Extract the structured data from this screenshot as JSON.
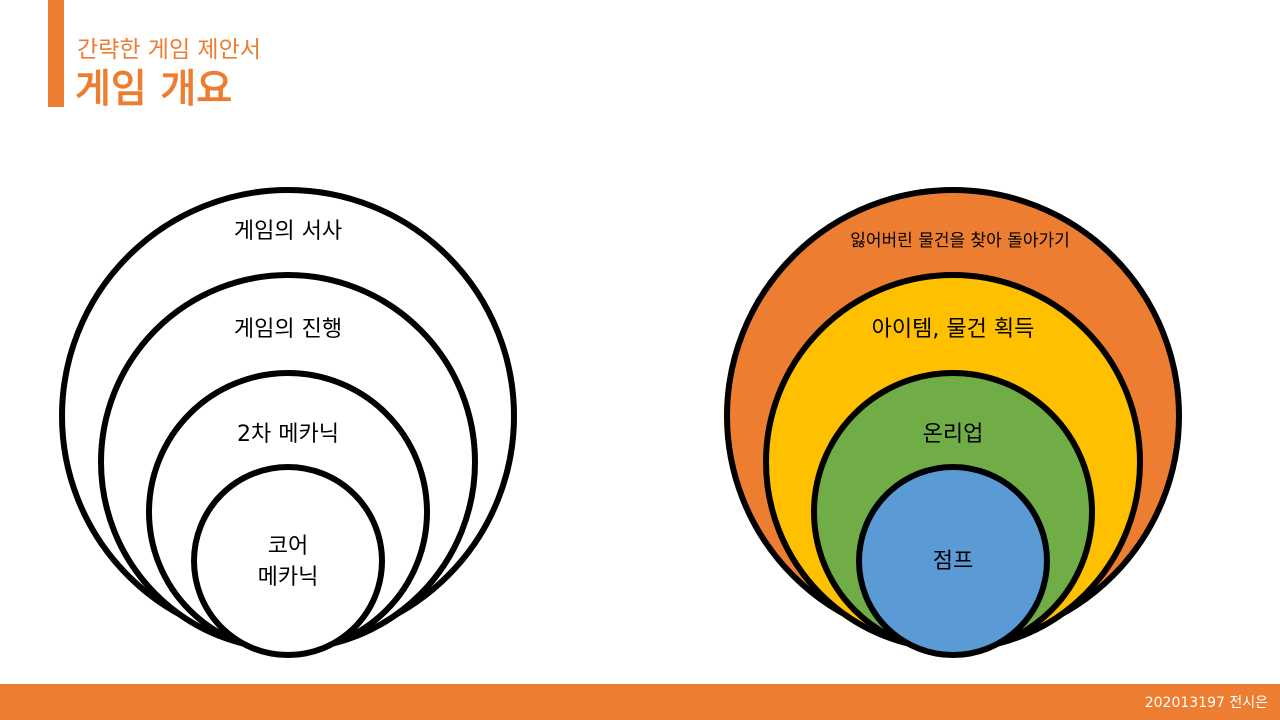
{
  "header": {
    "subtitle": "간략한 게임 제안서",
    "title": "게임 개요"
  },
  "left_diagram": {
    "layers": [
      {
        "label": "게임의 서사"
      },
      {
        "label": "게임의 진행"
      },
      {
        "label": "2차 메카닉"
      },
      {
        "label_lines": [
          "코어",
          "메카닉"
        ]
      }
    ]
  },
  "right_diagram": {
    "layers": [
      {
        "label": "잃어버린 물건을 찾아 돌아가기",
        "fill": "#ED7D31"
      },
      {
        "label": "아이템, 물건 획득",
        "fill": "#FFC000"
      },
      {
        "label": "온리업",
        "fill": "#70AD47"
      },
      {
        "label": "점프",
        "fill": "#5B9BD5"
      }
    ]
  },
  "footer": {
    "text": "202013197 전시은"
  },
  "colors": {
    "accent": "#ED7D31",
    "stroke": "#000000",
    "text": "#000000"
  }
}
